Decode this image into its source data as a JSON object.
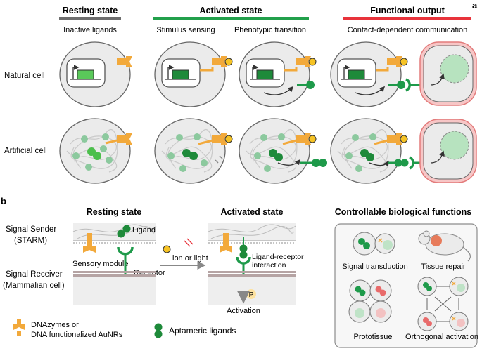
{
  "panel_a": {
    "label": "a",
    "headers": {
      "resting": "Resting state",
      "activated": "Activated state",
      "functional": "Functional output"
    },
    "subheaders": {
      "inactive": "Inactive ligands",
      "sensing": "Stimulus sensing",
      "transition": "Phenotypic transition",
      "contact": "Contact-dependent communication"
    },
    "rows": {
      "natural": "Natural cell",
      "artificial": "Artificial cell"
    }
  },
  "panel_b": {
    "label": "b",
    "resting_title": "Resting state",
    "activated_title": "Activated state",
    "sender_line1": "Signal Sender",
    "sender_line2": "(STARM)",
    "receiver_line1": "Signal Receiver",
    "receiver_line2": "(Mammalian cell)",
    "ligand": "Ligand",
    "sensory_module": "Sensory module",
    "receptor": "Receptor",
    "stimulus": "ion or light",
    "interaction_line1": "Ligand-receptor",
    "interaction_line2": "interaction",
    "phospho": "P",
    "activation": "Activation",
    "legend_dnazyme_line1": "DNAzymes or",
    "legend_dnazyme_line2": "DNA functionalized AuNRs",
    "legend_aptamer": "Aptameric ligands",
    "functions_title": "Controllable biological functions",
    "functions": {
      "signal_transduction": "Signal transduction",
      "tissue_repair": "Tissue repair",
      "prototissue": "Prototissue",
      "orthogonal_activation": "Orthogonal activation"
    }
  },
  "colors": {
    "resting_bar": "#6d6d6d",
    "activated_bar": "#22a04b",
    "functional_bar": "#e8333b",
    "sensor_orange": "#f2a93b",
    "ligand_green": "#1e9a4a",
    "cell_fill": "#ebebeb",
    "receiver_halo": "#f2a3a3"
  }
}
